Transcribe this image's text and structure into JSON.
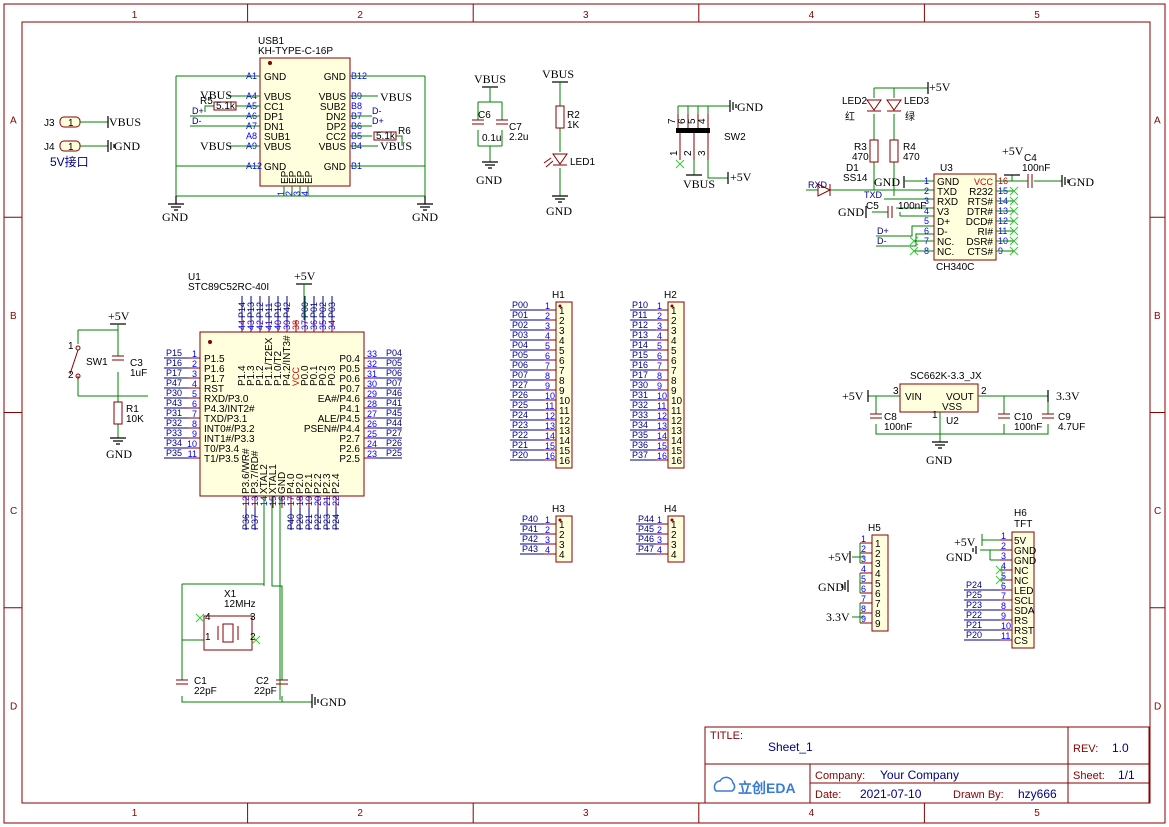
{
  "sheet": {
    "columns": [
      "1",
      "2",
      "3",
      "4",
      "5"
    ],
    "rows": [
      "A",
      "B",
      "C",
      "D"
    ]
  },
  "title_block": {
    "title_label": "TITLE:",
    "title": "Sheet_1",
    "rev_label": "REV:",
    "rev": "1.0",
    "company_label": "Company:",
    "company": "Your Company",
    "sheet_label": "Sheet:",
    "sheet": "1/1",
    "date_label": "Date:",
    "date": "2021-07-10",
    "drawn_label": "Drawn By:",
    "drawn": "hzy666",
    "logo": "立创EDA"
  },
  "nets": {
    "vbus": "VBUS",
    "gnd": "GND",
    "p5v": "+5V",
    "v33": "3.3V",
    "dp": "D+",
    "dm": "D-",
    "rxd": "RXD",
    "txd": "TXD"
  },
  "usb": {
    "designator": "USB1",
    "part": "KH-TYPE-C-16P",
    "left_pins": [
      [
        "A1",
        "GND"
      ],
      [
        "A4",
        "VBUS"
      ],
      [
        "A5",
        "CC1"
      ],
      [
        "A6",
        "DP1"
      ],
      [
        "A7",
        "DN1"
      ],
      [
        "A8",
        "SUB1"
      ],
      [
        "A9",
        "VBUS"
      ],
      [
        "A12",
        "GND"
      ]
    ],
    "right_pins": [
      [
        "B12",
        "GND"
      ],
      [
        "B9",
        "VBUS"
      ],
      [
        "B8",
        "SUB2"
      ],
      [
        "B7",
        "DN2"
      ],
      [
        "B6",
        "DP2"
      ],
      [
        "B5",
        "CC2"
      ],
      [
        "B4",
        "VBUS"
      ],
      [
        "B1",
        "GND"
      ]
    ],
    "bottom_pins": [
      "EP",
      "EP",
      "EP",
      "EP"
    ],
    "bottom_nums": [
      "1",
      "2",
      "3",
      "4"
    ],
    "r5": "R5",
    "r5v": "5.1k",
    "r6": "R6",
    "r6v": "5.1k"
  },
  "j3": {
    "designator": "J3",
    "pin": "1"
  },
  "j4": {
    "designator": "J4",
    "pin": "1",
    "label": "5V接口"
  },
  "c6": {
    "designator": "C6",
    "value": "0.1u"
  },
  "c7": {
    "designator": "C7",
    "value": "2.2u"
  },
  "r2": {
    "designator": "R2",
    "value": "1K"
  },
  "led1": {
    "designator": "LED1"
  },
  "sw2": {
    "designator": "SW2",
    "pins_top": [
      "7",
      "6",
      "5",
      "4"
    ],
    "pins_bottom": [
      "1",
      "2",
      "3"
    ]
  },
  "leds": {
    "led2": "LED2",
    "led2_color": "红",
    "led3": "LED3",
    "led3_color": "绿"
  },
  "r3": {
    "designator": "R3",
    "value": "470"
  },
  "r4": {
    "designator": "R4",
    "value": "470"
  },
  "d1": {
    "designator": "D1",
    "value": "SS14"
  },
  "c4": {
    "designator": "C4",
    "value": "100nF"
  },
  "c5": {
    "designator": "C5",
    "value": "100nF"
  },
  "u3": {
    "designator": "U3",
    "part": "CH340C",
    "left_pins": [
      [
        "1",
        "GND"
      ],
      [
        "2",
        "TXD"
      ],
      [
        "3",
        "RXD"
      ],
      [
        "4",
        "V3"
      ],
      [
        "5",
        "D+"
      ],
      [
        "6",
        "D-"
      ],
      [
        "7",
        "NC."
      ],
      [
        "8",
        "NC."
      ]
    ],
    "right_pins": [
      [
        "16",
        "VCC"
      ],
      [
        "15",
        "R232"
      ],
      [
        "14",
        "RTS#"
      ],
      [
        "13",
        "DTR#"
      ],
      [
        "12",
        "DCD#"
      ],
      [
        "11",
        "RI#"
      ],
      [
        "10",
        "DSR#"
      ],
      [
        "9",
        "CTS#"
      ]
    ]
  },
  "u1": {
    "designator": "U1",
    "part": "STC89C52RC-40I",
    "top_pins": [
      [
        "44",
        "P1.4"
      ],
      [
        "43",
        "P1.3"
      ],
      [
        "42",
        "P1.2"
      ],
      [
        "41",
        "P1.1/T2EX"
      ],
      [
        "40",
        "P1.0/T2"
      ],
      [
        "39",
        "P4.2/INT3#"
      ],
      [
        "38",
        "VCC"
      ],
      [
        "37",
        "P0.0"
      ],
      [
        "36",
        "P0.1"
      ],
      [
        "35",
        "P0.2"
      ],
      [
        "34",
        "P0.3"
      ]
    ],
    "top_nets": [
      "P14",
      "P13",
      "P12",
      "P11",
      "P10",
      "P42",
      "",
      "P00",
      "P01",
      "P02",
      "P03"
    ],
    "left_pins": [
      [
        "1",
        "P1.5"
      ],
      [
        "2",
        "P1.6"
      ],
      [
        "3",
        "P1.7"
      ],
      [
        "4",
        "RST"
      ],
      [
        "5",
        "RXD/P3.0"
      ],
      [
        "6",
        "P4.3/INT2#"
      ],
      [
        "7",
        "TXD/P3.1"
      ],
      [
        "8",
        "INT0#/P3.2"
      ],
      [
        "9",
        "INT1#/P3.3"
      ],
      [
        "10",
        "T0/P3.4"
      ],
      [
        "11",
        "T1/P3.5"
      ]
    ],
    "left_nets": [
      "P15",
      "P16",
      "P17",
      "P47",
      "P30",
      "P43",
      "P31",
      "P32",
      "P33",
      "P34",
      "P35"
    ],
    "right_pins": [
      [
        "33",
        "P0.4"
      ],
      [
        "32",
        "P0.5"
      ],
      [
        "31",
        "P0.6"
      ],
      [
        "30",
        "P0.7"
      ],
      [
        "29",
        "EA#/P4.6"
      ],
      [
        "28",
        "P4.1"
      ],
      [
        "27",
        "ALE/P4.5"
      ],
      [
        "26",
        "PSEN#/P4.4"
      ],
      [
        "25",
        "P2.7"
      ],
      [
        "24",
        "P2.6"
      ],
      [
        "23",
        "P2.5"
      ]
    ],
    "right_nets": [
      "P04",
      "P05",
      "P06",
      "P07",
      "P46",
      "P41",
      "P45",
      "P44",
      "P27",
      "P26",
      "P25"
    ],
    "bottom_pins": [
      [
        "12",
        "P3.6/WR#"
      ],
      [
        "13",
        "P3.7/RD#"
      ],
      [
        "14",
        "XTAL2"
      ],
      [
        "15",
        "XTAL1"
      ],
      [
        "16",
        "GND"
      ],
      [
        "17",
        "P4.0"
      ],
      [
        "18",
        "P2.0"
      ],
      [
        "19",
        "P2.1"
      ],
      [
        "20",
        "P2.2"
      ],
      [
        "21",
        "P2.3"
      ],
      [
        "22",
        "P2.4"
      ]
    ],
    "bottom_nets": [
      "P36",
      "P37",
      "",
      "",
      "",
      "P40",
      "P20",
      "P21",
      "P22",
      "P23",
      "P24"
    ]
  },
  "sw1": {
    "designator": "SW1",
    "p1": "1",
    "p2": "2"
  },
  "c3": {
    "designator": "C3",
    "value": "1uF"
  },
  "r1": {
    "designator": "R1",
    "value": "10K"
  },
  "x1": {
    "designator": "X1",
    "value": "12MHz",
    "pins": [
      "4",
      "1",
      "3",
      "2"
    ]
  },
  "c1": {
    "designator": "C1",
    "value": "22pF"
  },
  "c2": {
    "designator": "C2",
    "value": "22pF"
  },
  "h1": {
    "designator": "H1",
    "nets": [
      "P00",
      "P01",
      "P02",
      "P03",
      "P04",
      "P05",
      "P06",
      "P07",
      "P27",
      "P26",
      "P25",
      "P24",
      "P23",
      "P22",
      "P21",
      "P20"
    ]
  },
  "h2": {
    "designator": "H2",
    "nets": [
      "P10",
      "P11",
      "P12",
      "P13",
      "P14",
      "P15",
      "P16",
      "P17",
      "P30",
      "P31",
      "P32",
      "P33",
      "P34",
      "P35",
      "P36",
      "P37"
    ]
  },
  "h3": {
    "designator": "H3",
    "nets": [
      "P40",
      "P41",
      "P42",
      "P43"
    ]
  },
  "h4": {
    "designator": "H4",
    "nets": [
      "P44",
      "P45",
      "P46",
      "P47"
    ]
  },
  "u2": {
    "designator": "U2",
    "part": "SC662K-3.3_JX",
    "vin": "VIN",
    "vout": "VOUT",
    "vss": "VSS",
    "pin_vin": "3",
    "pin_vout": "2",
    "pin_vss": "1"
  },
  "c8": {
    "designator": "C8",
    "value": "100nF"
  },
  "c10": {
    "designator": "C10",
    "value": "100nF"
  },
  "c9": {
    "designator": "C9",
    "value": "4.7UF"
  },
  "h5": {
    "designator": "H5",
    "count": 9
  },
  "h6": {
    "designator": "H6",
    "part": "TFT",
    "pins": [
      "5V",
      "GND",
      "GND",
      "NC",
      "NC",
      "LED",
      "SCL",
      "SDA",
      "RS",
      "RST",
      "CS"
    ],
    "nets": [
      "",
      "",
      "",
      "",
      "",
      "P24",
      "P25",
      "P23",
      "P22",
      "P21",
      "P20"
    ]
  }
}
